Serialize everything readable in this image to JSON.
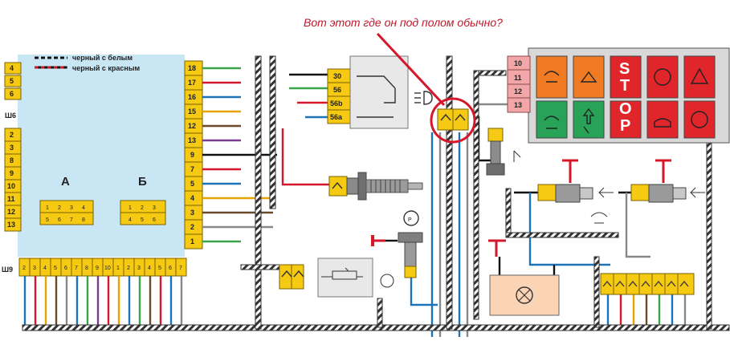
{
  "annotation": {
    "question": "Вот этот где он под полом обычно?",
    "color": "#d5172b"
  },
  "legend": {
    "partial_line": "черный с белым",
    "black_red": "черный с красным"
  },
  "control_unit": {
    "connector_upper_left_pins": [
      "4",
      "5",
      "6"
    ],
    "connector_left_label": "Ш6",
    "connector_left_pins": [
      "2",
      "3",
      "8",
      "9",
      "10",
      "11",
      "12",
      "13"
    ],
    "connector_right_pins": [
      "18",
      "17",
      "16",
      "15",
      "12",
      "13",
      "9",
      "7",
      "5",
      "4",
      "3",
      "2",
      "1"
    ],
    "connector_bottom_label": "Ш9",
    "connector_bottom_pins": [
      "2",
      "3",
      "4",
      "5",
      "6",
      "7",
      "8",
      "9",
      "10",
      "1",
      "2",
      "3",
      "4",
      "5",
      "6",
      "7"
    ],
    "block_a": {
      "label": "А",
      "pins": [
        "1",
        "2",
        "3",
        "4",
        "5",
        "6",
        "7",
        "8"
      ]
    },
    "block_b": {
      "label": "Б",
      "pins": [
        "1",
        "2",
        "3",
        "4",
        "5",
        "6"
      ]
    }
  },
  "relay": {
    "terminals": [
      "30",
      "56",
      "56b",
      "56a"
    ]
  },
  "panel": {
    "connector_pins": [
      "10",
      "11",
      "12",
      "13"
    ],
    "stop_letters": [
      "S",
      "T",
      "O",
      "P"
    ]
  },
  "colors": {
    "blue_panel": "#c9e6f5",
    "connector_yellow": "#f6c913",
    "connector_pink": "#f2a6a8",
    "warning_orange": "#f07b22",
    "warning_red": "#e0262b",
    "warning_green": "#27a257",
    "lamp_box": "#fbd3b5",
    "terminal_red": "#e0262b"
  }
}
